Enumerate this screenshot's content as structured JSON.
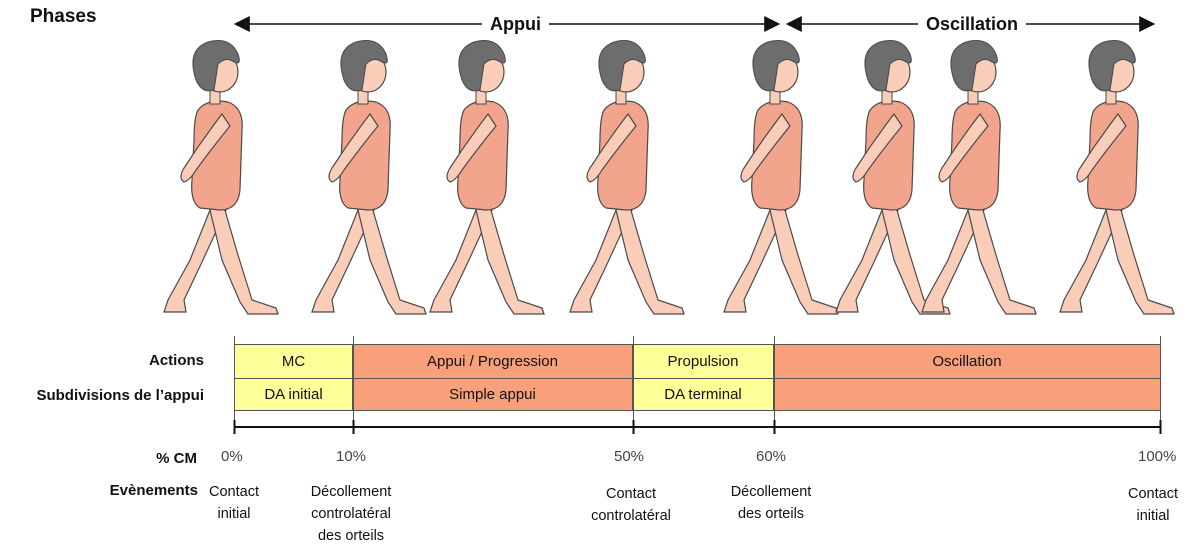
{
  "phases": {
    "title": "Phases",
    "stance": "Appui",
    "swing": "Oscillation"
  },
  "rows": {
    "actions_label": "Actions",
    "subdivisions_label": "Subdivisions de l’appui",
    "percent_label": "% CM",
    "events_label": "Evènements"
  },
  "actions": [
    {
      "label": "MC",
      "color": "#ffff99"
    },
    {
      "label": "Appui / Progression",
      "color": "#f8a07a"
    },
    {
      "label": "Propulsion",
      "color": "#ffff99"
    },
    {
      "label": "Oscillation",
      "color": "#f8a07a"
    }
  ],
  "subdivisions": [
    {
      "label": "DA initial",
      "color": "#ffff99"
    },
    {
      "label": "Simple appui",
      "color": "#f8a07a"
    },
    {
      "label": "DA terminal",
      "color": "#ffff99"
    },
    {
      "label": "",
      "color": "#f8a07a"
    }
  ],
  "percents": [
    "0%",
    "10%",
    "50%",
    "60%",
    "100%"
  ],
  "events": [
    {
      "line1": "Contact",
      "line2": "initial",
      "line3": ""
    },
    {
      "line1": "Décollement",
      "line2": "controlatéral",
      "line3": "des orteils"
    },
    {
      "line1": "Contact",
      "line2": "controlatéral",
      "line3": ""
    },
    {
      "line1": "Décollement",
      "line2": "des orteils",
      "line3": ""
    },
    {
      "line1": "Contact",
      "line2": "initial",
      "line3": ""
    }
  ],
  "colors": {
    "skin": "#f9cdb8",
    "body_suit": "#f2a48c",
    "hair": "#6d6d6d",
    "outline": "#4a4a4a"
  }
}
